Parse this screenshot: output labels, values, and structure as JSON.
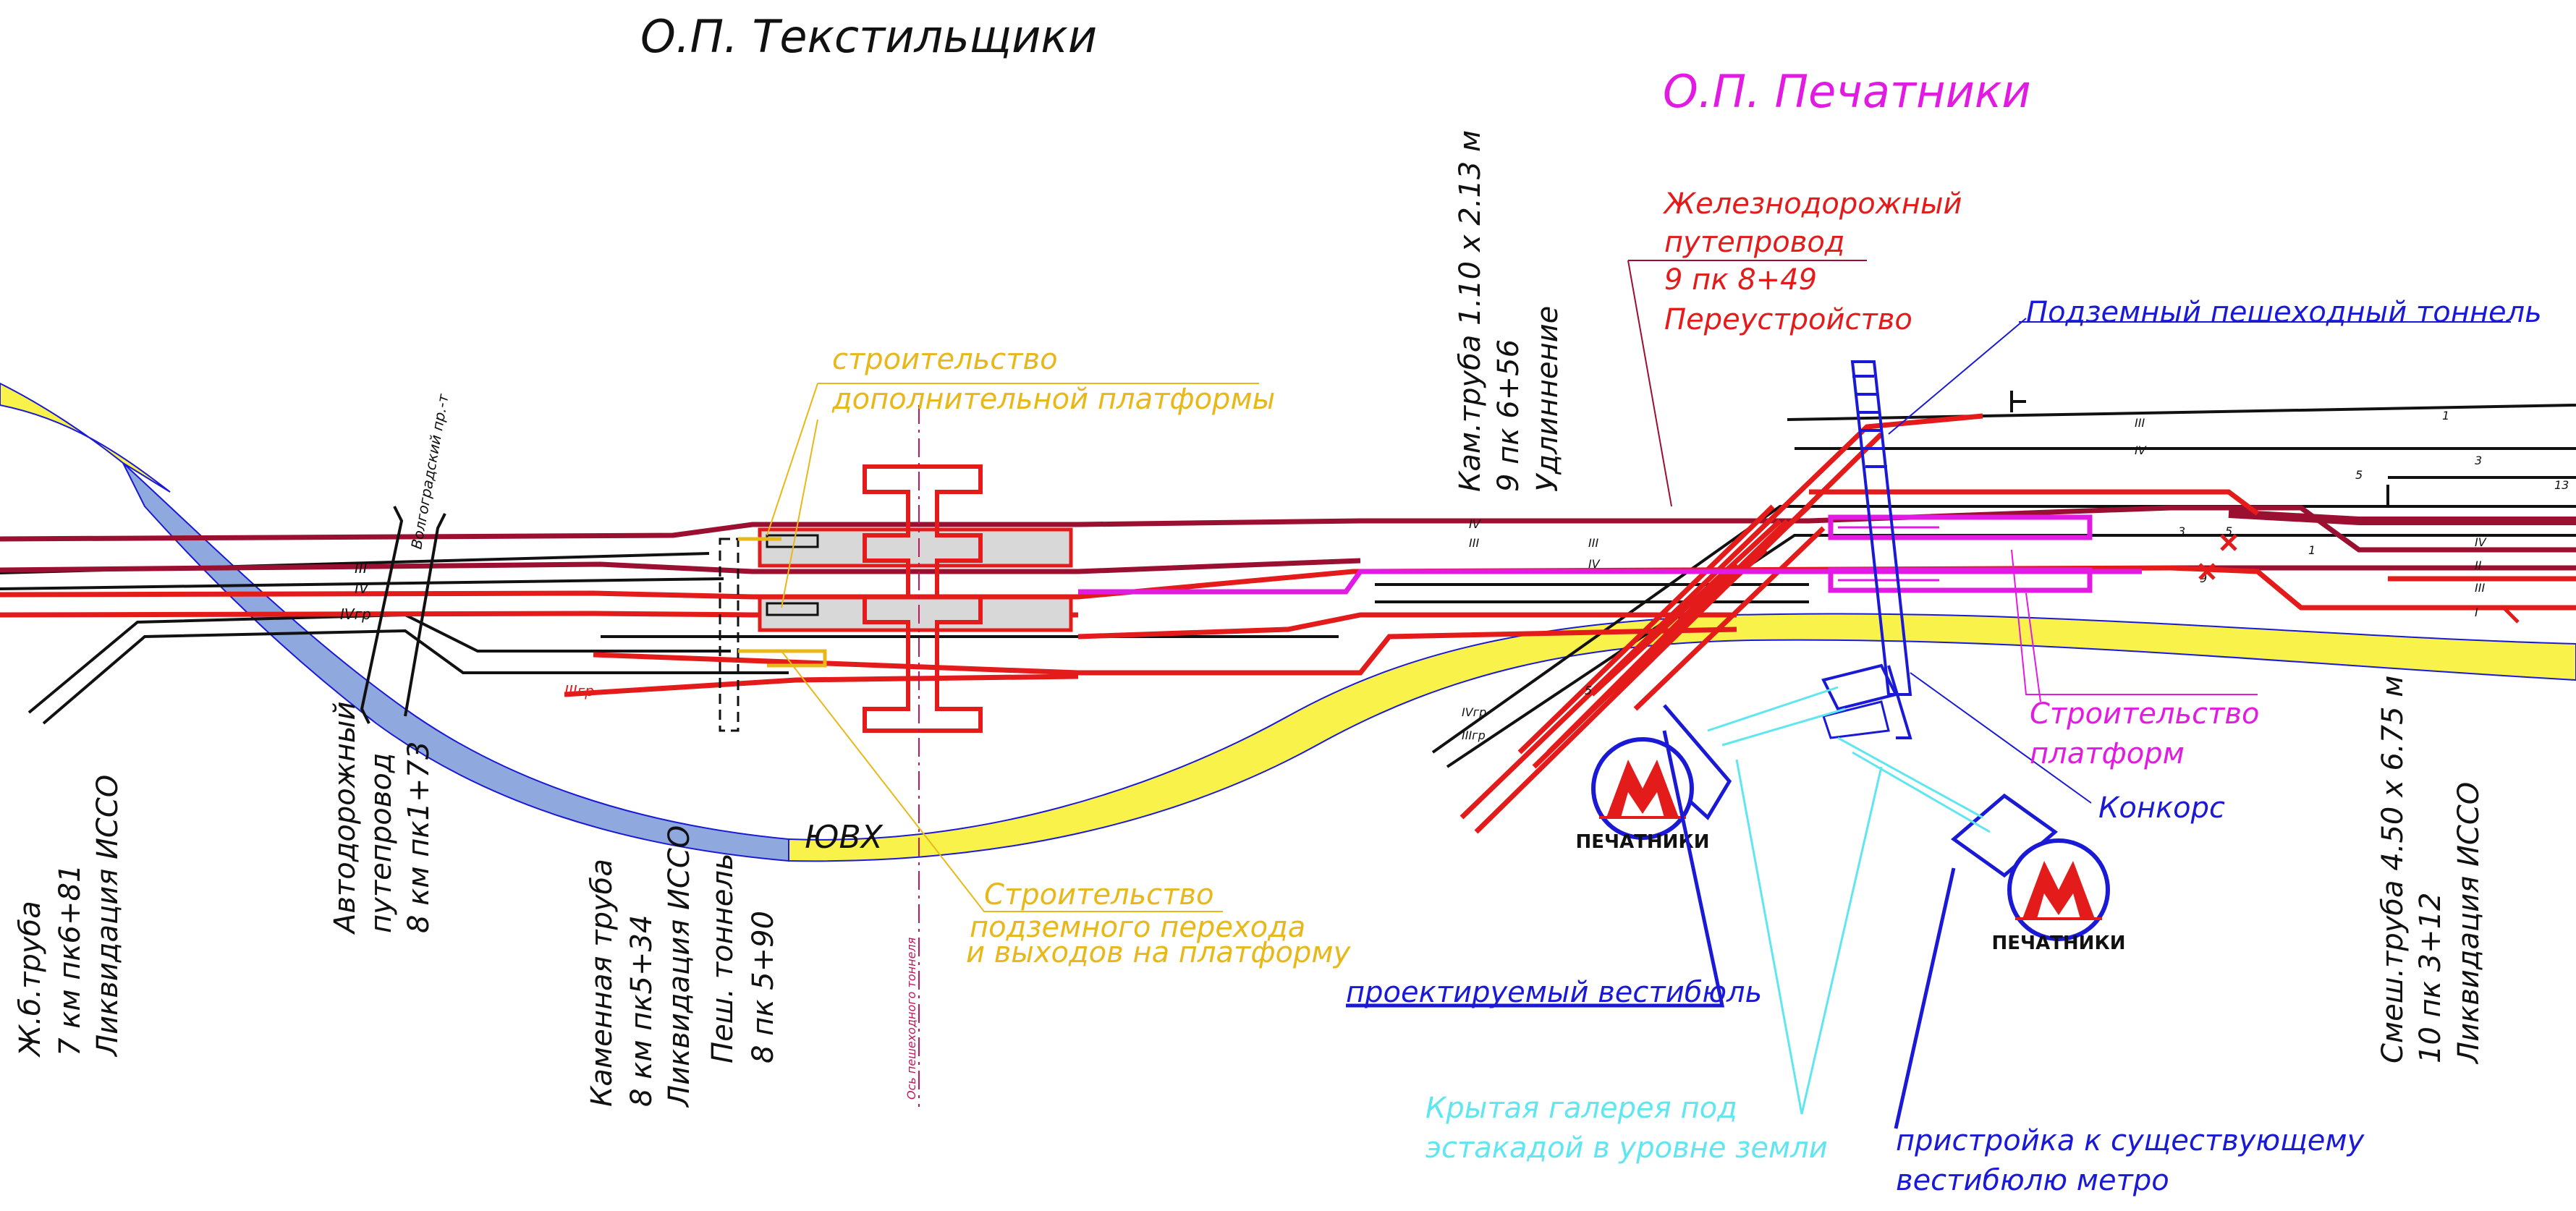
{
  "stations": {
    "tekstilshchiki_title": "О.П. Текстильщики",
    "pechatniki_title": "О.П. Печатники"
  },
  "colors": {
    "black": "#111111",
    "red": "#e31b1b",
    "dark_red": "#9b1030",
    "magenta": "#e21be2",
    "blue": "#1a1ad6",
    "yellow": "#f9f24a",
    "light_blue": "#8fa8de",
    "orange_yellow": "#e8b81a",
    "cyan": "#5fe6f0",
    "grey_platform": "#d8d8d8"
  },
  "labels": {
    "railway_overpass": [
      "Железнодорожный",
      "путепровод",
      "9  пк 8+49",
      "Переустройство"
    ],
    "pedestrian_tunnel": "Подземный пешеходный тоннель",
    "stone_pipe_right": [
      "Кам.труба  1.10 x 2.13 м",
      "9  пк 6+56",
      "Удлиннение"
    ],
    "extra_platform": [
      "строительство",
      "дополнительной платформы"
    ],
    "underpass_construction": [
      "Строительство",
      "подземного перехода",
      "и выходов на платформу"
    ],
    "platforms_construction": [
      "Строительство",
      "платформ"
    ],
    "concourse": "Конкорс",
    "projected_vestibule": "проектируемый вестибюль",
    "covered_gallery": [
      "Крытая галерея под",
      "эстакадой в уровне земли"
    ],
    "extension_vestibule": [
      "пристройка к существующему",
      "вестибюлю метро"
    ],
    "road_overpass": [
      "Автодорожный",
      "путепровод",
      "8 км пк1+73"
    ],
    "volgogradsky": "Волгоградский пр.-т",
    "rc_pipe": [
      "Ж.б.труба",
      "7 км пк6+81",
      "Ликвидация ИССО"
    ],
    "stone_pipe_left": [
      "Каменная труба",
      "8 км пк5+34",
      "Ликвидация ИССО",
      "Пеш. тоннель",
      "8  пк 5+90"
    ],
    "mixed_pipe": [
      "Смеш.труба  4.50 x 6.75 м",
      "10  пк 3+12",
      "Ликвидация ИССО"
    ],
    "tunnel_axis": "Ось пешеходного тоннеля",
    "uvkh": "ЮВХ",
    "metro_station_name": "ПЕЧАТНИКИ",
    "metro_letter": "М"
  },
  "track_marks": {
    "left_iii": "III",
    "left_iv": "IV",
    "left_ivgr": "IVгр",
    "left_iiigr": "IIIгр",
    "mid_iv": "IV",
    "mid_iii": "III",
    "mid_iii_b": "III",
    "mid_iv_b": "IV",
    "mid_ivgr": "IVгр",
    "mid_iiigr": "IIIгр",
    "right_iii": "III",
    "right_iv": "IV",
    "right_5": "5",
    "right_5b": "5",
    "right_1": "1",
    "right_3": "3",
    "right_13": "13",
    "right_9": "9",
    "far_iv": "IV",
    "far_ii": "II",
    "far_iii": "III",
    "far_i": "I",
    "sw_3": "3",
    "sw_5": "5",
    "sw_1": "1"
  }
}
